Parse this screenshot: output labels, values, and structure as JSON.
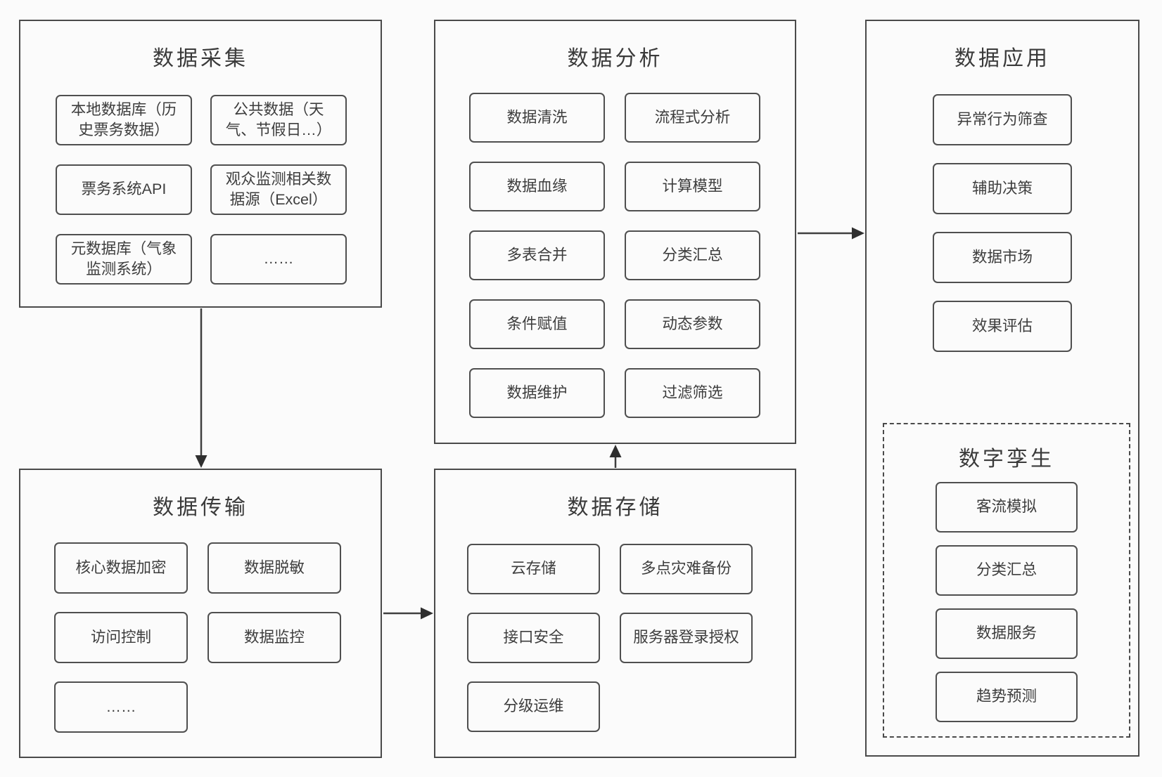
{
  "palette": {
    "line": "#3f3f3f",
    "text": "#3a3a3a",
    "background": "#fbfbfb"
  },
  "sections": {
    "collection": {
      "title": "数据采集",
      "items": [
        "本地数据库（历史票务数据）",
        "公共数据（天气、节假日…）",
        "票务系统API",
        "观众监测相关数据源（Excel）",
        "元数据库（气象监测系统）",
        "……"
      ]
    },
    "analysis": {
      "title": "数据分析",
      "items": [
        "数据清洗",
        "流程式分析",
        "数据血缘",
        "计算模型",
        "多表合并",
        "分类汇总",
        "条件赋值",
        "动态参数",
        "数据维护",
        "过滤筛选"
      ]
    },
    "application": {
      "title": "数据应用",
      "items": [
        "异常行为筛查",
        "辅助决策",
        "数据市场",
        "效果评估"
      ]
    },
    "twin": {
      "title": "数字孪生",
      "items": [
        "客流模拟",
        "分类汇总",
        "数据服务",
        "趋势预测"
      ]
    },
    "transmission": {
      "title": "数据传输",
      "items": [
        "核心数据加密",
        "数据脱敏",
        "访问控制",
        "数据监控",
        "……"
      ]
    },
    "storage": {
      "title": "数据存储",
      "items": [
        "云存储",
        "多点灾难备份",
        "接口安全",
        "服务器登录授权",
        "分级运维"
      ]
    }
  },
  "flows": [
    {
      "from": "数据采集",
      "to": "数据传输"
    },
    {
      "from": "数据传输",
      "to": "数据存储"
    },
    {
      "from": "数据存储",
      "to": "数据分析"
    },
    {
      "from": "数据分析",
      "to": "数据应用"
    }
  ]
}
